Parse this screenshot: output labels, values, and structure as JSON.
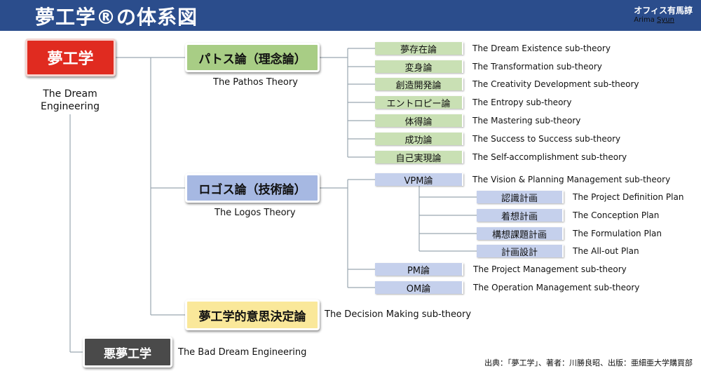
{
  "header": {
    "title": "夢工学®の体系図",
    "org_jp": "オフィス有馬諄",
    "org_en_first": "Arima",
    "org_en_last": "Syun"
  },
  "main": {
    "label": "夢工学",
    "english": "The Dream Engineering"
  },
  "pathos": {
    "label": "パトス論（理念論）",
    "english": "The Pathos Theory",
    "items": [
      {
        "jp": "夢存在論",
        "en": "The Dream Existence sub-theory"
      },
      {
        "jp": "変身論",
        "en": "The Transformation sub-theory"
      },
      {
        "jp": "創造開発論",
        "en": "The Creativity Development sub-theory"
      },
      {
        "jp": "エントロピー論",
        "en": "The Entropy sub-theory"
      },
      {
        "jp": "体得論",
        "en": "The Mastering sub-theory"
      },
      {
        "jp": "成功論",
        "en": "The Success to Success sub-theory"
      },
      {
        "jp": "自己実現論",
        "en": "The Self-accomplishment sub-theory"
      }
    ]
  },
  "logos": {
    "label": "ロゴス論（技術論）",
    "english": "The Logos Theory",
    "vpm": {
      "jp": "VPM論",
      "en": "The Vision & Planning Management sub-theory",
      "items": [
        {
          "jp": "認識計画",
          "en": "The Project Definition Plan"
        },
        {
          "jp": "着想計画",
          "en": "The Conception Plan"
        },
        {
          "jp": "構想課題計画",
          "en": "The Formulation Plan"
        },
        {
          "jp": "計画設計",
          "en": "The All-out Plan"
        }
      ]
    },
    "pm": {
      "jp": "PM論",
      "en": "The Project Management sub-theory"
    },
    "om": {
      "jp": "OM論",
      "en": "The Operation Management sub-theory"
    }
  },
  "decision": {
    "label": "夢工学的意思決定論",
    "english": "The Decision Making sub-theory"
  },
  "bad": {
    "label": "悪夢工学",
    "english": "The Bad Dream Engineering"
  },
  "source": "出典：「夢工学」、著者：川勝良昭、出版：亜細亜大学購買部",
  "colors": {
    "header_bg": "#2b4d8c",
    "main_red": "#e02b20",
    "pathos_green": "#a8cd85",
    "logos_blue": "#a6b8e2",
    "decision_yellow": "#fae89a",
    "bad_gray": "#4a4a4a",
    "line": "#9aa7b0"
  }
}
